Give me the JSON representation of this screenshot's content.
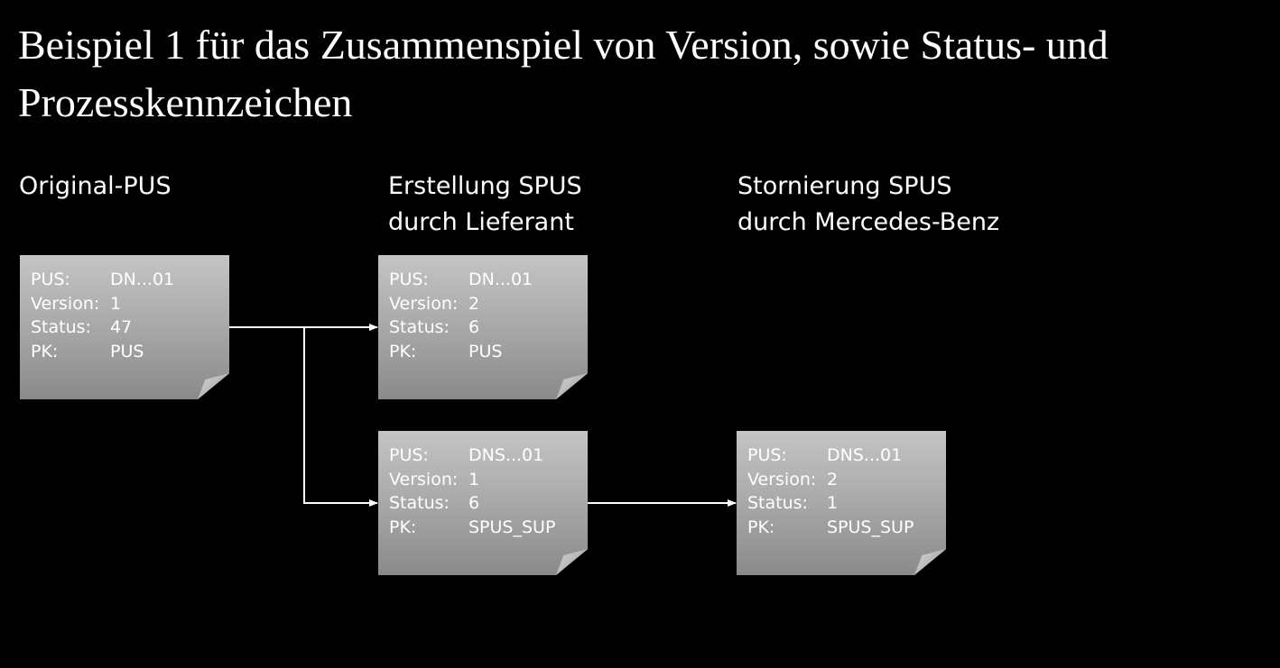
{
  "title": "Beispiel 1 für das Zusammenspiel von Version, sowie Status- und Prozesskennzeichen",
  "columns": [
    {
      "lines": [
        "Original-PUS"
      ]
    },
    {
      "lines": [
        "Erstellung SPUS",
        "durch Lieferant"
      ]
    },
    {
      "lines": [
        "Stornierung SPUS",
        "durch Mercedes-Benz"
      ]
    }
  ],
  "notes": [
    {
      "rows": [
        {
          "key": "PUS:",
          "value": "DN...01"
        },
        {
          "key": "Version:",
          "value": "1"
        },
        {
          "key": "Status:",
          "value": "47"
        },
        {
          "key": "PK:",
          "value": "PUS"
        }
      ]
    },
    {
      "rows": [
        {
          "key": "PUS:",
          "value": "DN...01"
        },
        {
          "key": "Version:",
          "value": "2"
        },
        {
          "key": "Status:",
          "value": "6"
        },
        {
          "key": "PK:",
          "value": "PUS"
        }
      ]
    },
    {
      "rows": [
        {
          "key": "PUS:",
          "value": "DNS...01"
        },
        {
          "key": "Version:",
          "value": "1"
        },
        {
          "key": "Status:",
          "value": "6"
        },
        {
          "key": "PK:",
          "value": "SPUS_SUP"
        }
      ]
    },
    {
      "rows": [
        {
          "key": "PUS:",
          "value": "DNS...01"
        },
        {
          "key": "Version:",
          "value": "2"
        },
        {
          "key": "Status:",
          "value": "1"
        },
        {
          "key": "PK:",
          "value": "SPUS_SUP"
        }
      ]
    }
  ],
  "colors": {
    "background": "#000000",
    "text": "#ffffff",
    "note_top": "#c4c4c4",
    "note_bottom": "#8a8a8a",
    "connector": "#ffffff"
  }
}
